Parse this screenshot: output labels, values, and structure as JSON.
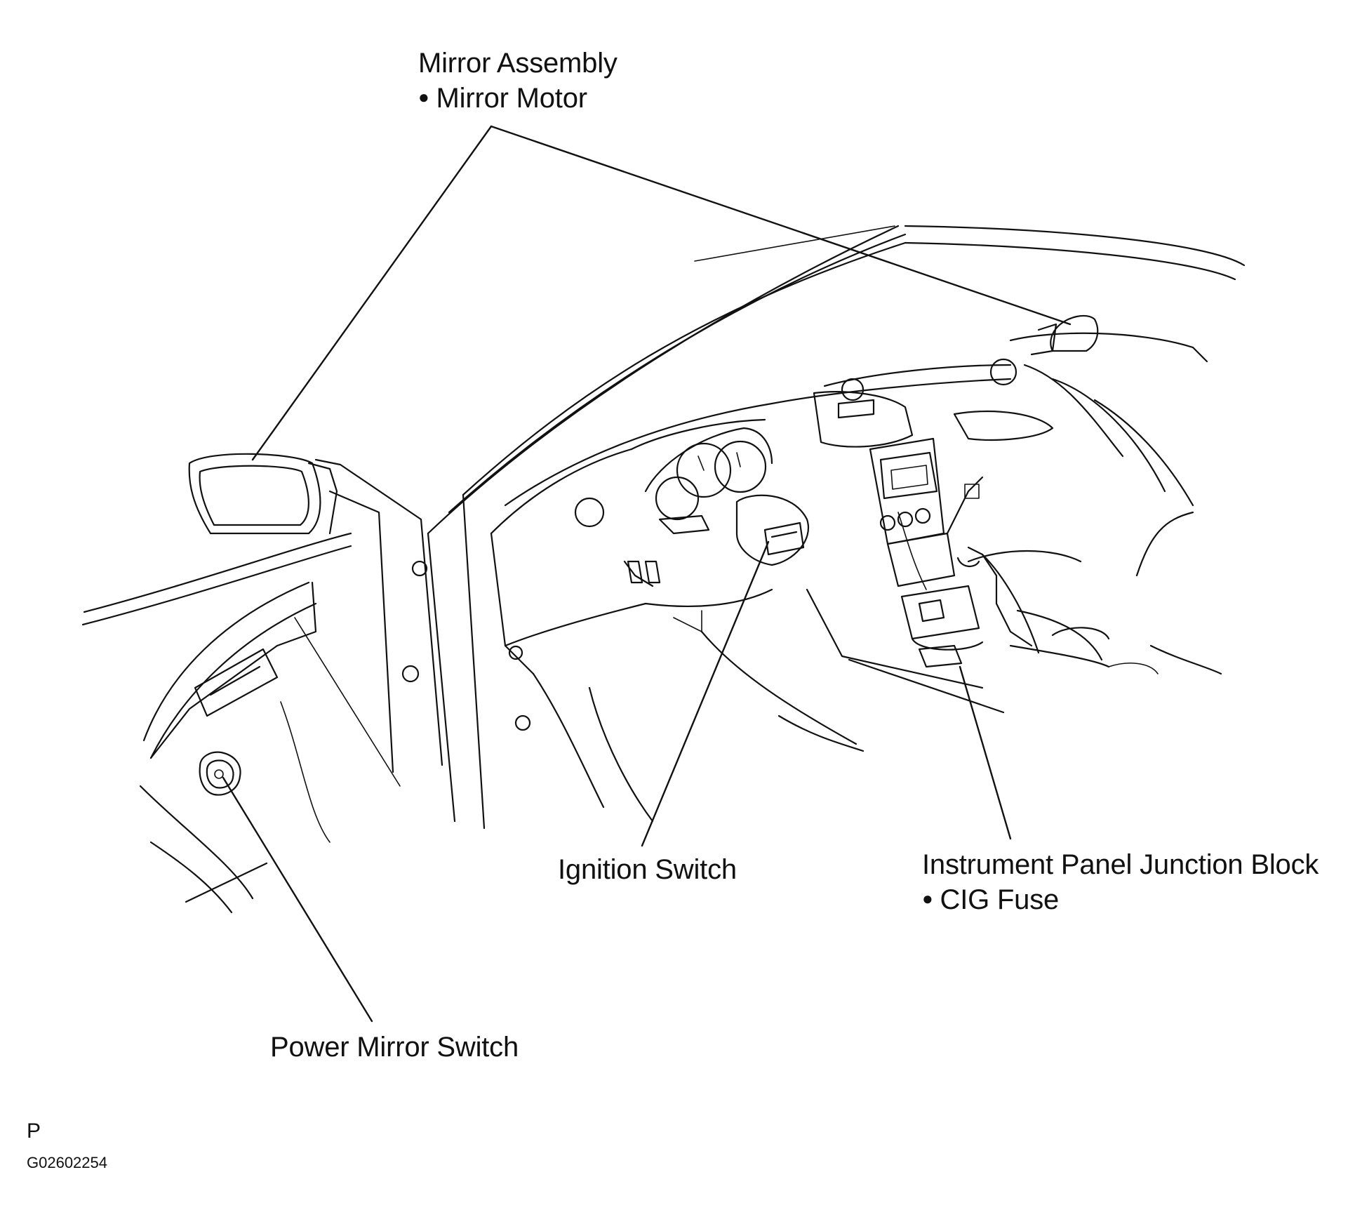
{
  "labels": {
    "mirror_assembly": "Mirror Assembly",
    "mirror_motor": "Mirror Motor",
    "ignition_switch": "Ignition Switch",
    "junction_block": "Instrument Panel Junction Block",
    "cig_fuse": "CIG Fuse",
    "power_mirror_switch": "Power Mirror Switch"
  },
  "footer": {
    "code_letter": "P",
    "figure_id": "G02602254"
  }
}
